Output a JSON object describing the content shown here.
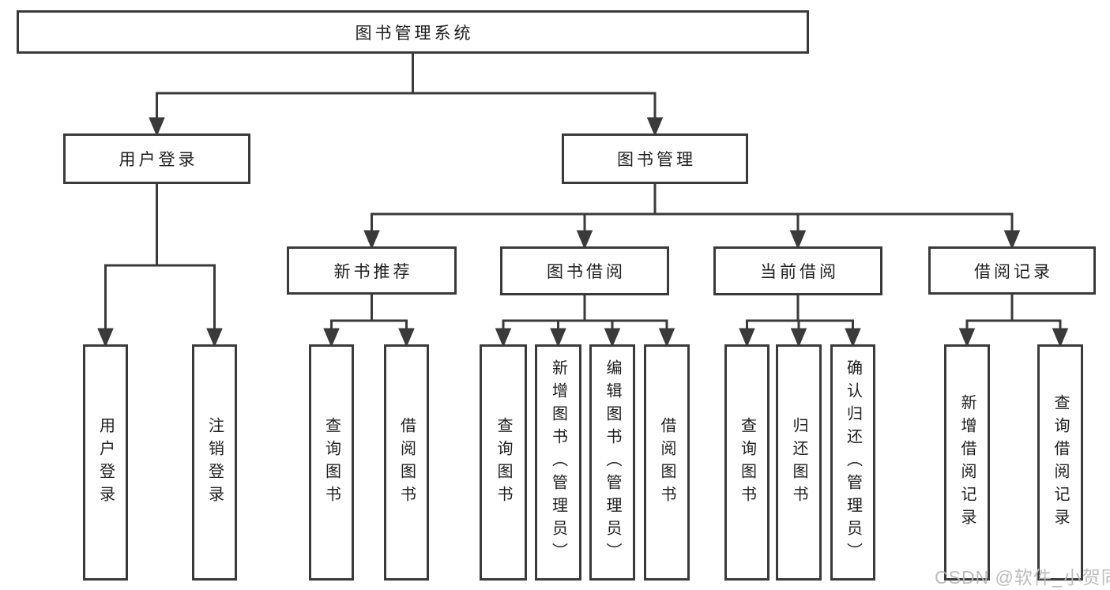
{
  "tree": {
    "root": {
      "label": "图书管理系统"
    },
    "branches": [
      {
        "label": "用户登录",
        "children": [
          {
            "label": "用户登录"
          },
          {
            "label": "注销登录"
          }
        ]
      },
      {
        "label": "图书管理",
        "children": [
          {
            "label": "新书推荐",
            "children": [
              {
                "label": "查询图书"
              },
              {
                "label": "借阅图书"
              }
            ]
          },
          {
            "label": "图书借阅",
            "children": [
              {
                "label": "查询图书"
              },
              {
                "label": "新增图书（管理员）"
              },
              {
                "label": "编辑图书（管理员）"
              },
              {
                "label": "借阅图书"
              }
            ]
          },
          {
            "label": "当前借阅",
            "children": [
              {
                "label": "查询图书"
              },
              {
                "label": "归还图书"
              },
              {
                "label": "确认归还（管理员）"
              }
            ]
          },
          {
            "label": "借阅记录",
            "children": [
              {
                "label": "新增借阅记录"
              },
              {
                "label": "查询借阅记录"
              }
            ]
          }
        ]
      }
    ]
  },
  "watermark": {
    "text": "CSDN @软件_小贺同学"
  },
  "colors": {
    "line": "#3a3a3a",
    "text": "#1e1e1e",
    "background": "#ffffff",
    "watermark": "#b6b6b6"
  }
}
